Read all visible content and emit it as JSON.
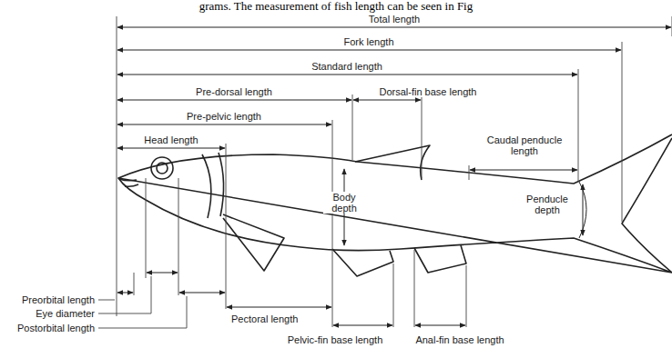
{
  "diagram": {
    "labels": [
      "grams. The measurement of fish length can be seen in Fig",
      "Total length",
      "Fork length",
      "Standard length",
      "Pre-dorsal length",
      "Dorsal-fin base length",
      "Pre-pelvic length",
      "Head length",
      "Caudal penducle length",
      "Body depth",
      "Penducle depth",
      "Preorbital length",
      "Eye diameter",
      "Postorbital length",
      "Pectoral length",
      "Pelvic-fin base length",
      "Anal-fin base length"
    ]
  }
}
